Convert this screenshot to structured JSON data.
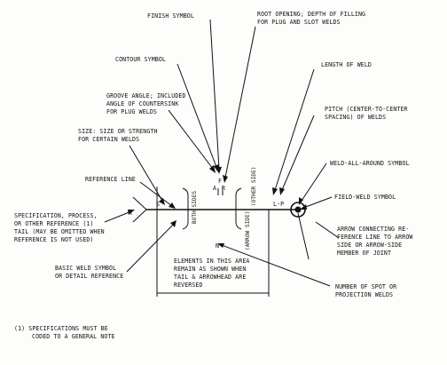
{
  "labels": {
    "finish_symbol": "FINISH SYMBOL",
    "root_opening_1": "ROOT OPENING; DEPTH OF FILLING",
    "root_opening_2": "FOR PLUG AND SLOT WELDS",
    "contour_symbol": "CONTOUR SYMBOL",
    "length_of_weld": "LENGTH OF WELD",
    "groove_angle_1": "GROOVE ANGLE; INCLUDED",
    "groove_angle_2": "ANGLE OF COUNTERSINK",
    "groove_angle_3": "FOR PLUG WELDS",
    "pitch_1": "PITCH (CENTER-TO-CENTER",
    "pitch_2": "SPACING) OF WELDS",
    "size_1": "SIZE:  SIZE OR STRENGTH",
    "size_2": "FOR CERTAIN WELDS",
    "weld_all_around": "WELD-ALL-AROUND SYMBOL",
    "reference_line": "REFERENCE LINE",
    "field_weld": "FIELD-WELD SYMBOL",
    "spec_1": "SPECIFICATION, PROCESS,",
    "spec_2": "OR OTHER REFERENCE  (1)",
    "spec_3": "TAIL (MAY BE OMITTED WHEN",
    "spec_4": "REFERENCE IS NOT USED)",
    "arrow_conn_1": "ARROW CONNECTING REFERENCE LINE TO ARROW",
    "arrow_conn_1a": "ARROW CONNECTING RE-",
    "arrow_conn_2": "FERENCE LINE TO ARROW",
    "arrow_conn_3": "SIDE OR ARROW-SIDE",
    "arrow_conn_4": "MEMBER OF JOINT",
    "basic_weld_1": "BASIC WELD SYMBOL",
    "basic_weld_2": "OR DETAIL REFERENCE",
    "elements_1": "ELEMENTS IN THIS AREA",
    "elements_2": "REMAIN AS SHOWN WHEN",
    "elements_3": "TAIL & ARROWHEAD ARE",
    "elements_4": "REVERSED",
    "number_spot_1": "NUMBER OF SPOT OR",
    "number_spot_2": "PROJECTION WELDS",
    "footnote_1": "(1)  SPECIFICATIONS MUST BE",
    "footnote_2": "CODED TO A GENERAL NOTE"
  },
  "symbol_text": {
    "T": "T",
    "S": "S",
    "F": "F",
    "A": "A",
    "R": "R",
    "L_P": "L-P",
    "N": "N",
    "both_sides": "BOTH SIDES",
    "other_side": "(OTHER SIDE)",
    "arrow_side": "(ARROW SIDE)"
  }
}
